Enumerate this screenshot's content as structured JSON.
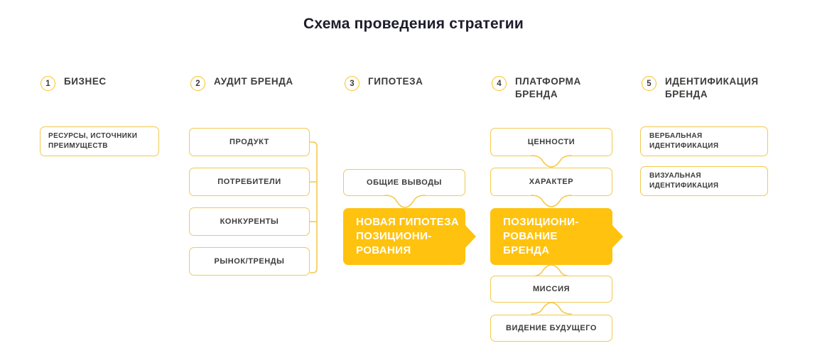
{
  "title": "Схема проведения стратегии",
  "colors": {
    "accent_yellow": "#FFC20E",
    "border_yellow": "#F3C94E",
    "circle_yellow": "#F7C324",
    "text_dark": "#3C3C3B",
    "title_dark": "#1D1D2C",
    "white": "#FFFFFF"
  },
  "columns": [
    {
      "number": "1",
      "title": "БИЗНЕС",
      "items": [
        {
          "label": "РЕСУРСЫ, ИСТОЧНИКИ\nПРЕИМУЩЕСТВ",
          "style": "outline",
          "align": "left"
        }
      ]
    },
    {
      "number": "2",
      "title": "АУДИТ БРЕНДА",
      "items": [
        {
          "label": "ПРОДУКТ",
          "style": "outline",
          "align": "center"
        },
        {
          "label": "ПОТРЕБИТЕЛИ",
          "style": "outline",
          "align": "center"
        },
        {
          "label": "КОНКУРЕНТЫ",
          "style": "outline",
          "align": "center"
        },
        {
          "label": "РЫНОК/ТРЕНДЫ",
          "style": "outline",
          "align": "center"
        }
      ],
      "connector": "right-bracket"
    },
    {
      "number": "3",
      "title": "ГИПОТЕЗА",
      "items": [
        {
          "label": "ОБЩИЕ ВЫВОДЫ",
          "style": "outline",
          "align": "center"
        },
        {
          "label": "НОВАЯ ГИПОТЕЗА\nПОЗИЦИОНИ-\nРОВАНИЯ",
          "style": "arrow",
          "align": "left"
        }
      ],
      "connector": "v-notch"
    },
    {
      "number": "4",
      "title": "ПЛАТФОРМА\nБРЕНДА",
      "items": [
        {
          "label": "ЦЕННОСТИ",
          "style": "outline",
          "align": "center"
        },
        {
          "label": "ХАРАКТЕР",
          "style": "outline",
          "align": "center"
        },
        {
          "label": "ПОЗИЦИОНИ-\nРОВАНИЕ\nБРЕНДА",
          "style": "arrow",
          "align": "left"
        },
        {
          "label": "МИССИЯ",
          "style": "outline",
          "align": "center"
        },
        {
          "label": "ВИДЕНИЕ БУДУЩЕГО",
          "style": "outline",
          "align": "center"
        }
      ],
      "connector": "arc-bumps"
    },
    {
      "number": "5",
      "title": "ИДЕНТИФИКАЦИЯ\nБРЕНДА",
      "items": [
        {
          "label": "ВЕРБАЛЬНАЯ\nИДЕНТИФИКАЦИЯ",
          "style": "outline",
          "align": "left"
        },
        {
          "label": "ВИЗУАЛЬНАЯ\nИДЕНТИФИКАЦИЯ",
          "style": "outline",
          "align": "left"
        }
      ]
    }
  ]
}
